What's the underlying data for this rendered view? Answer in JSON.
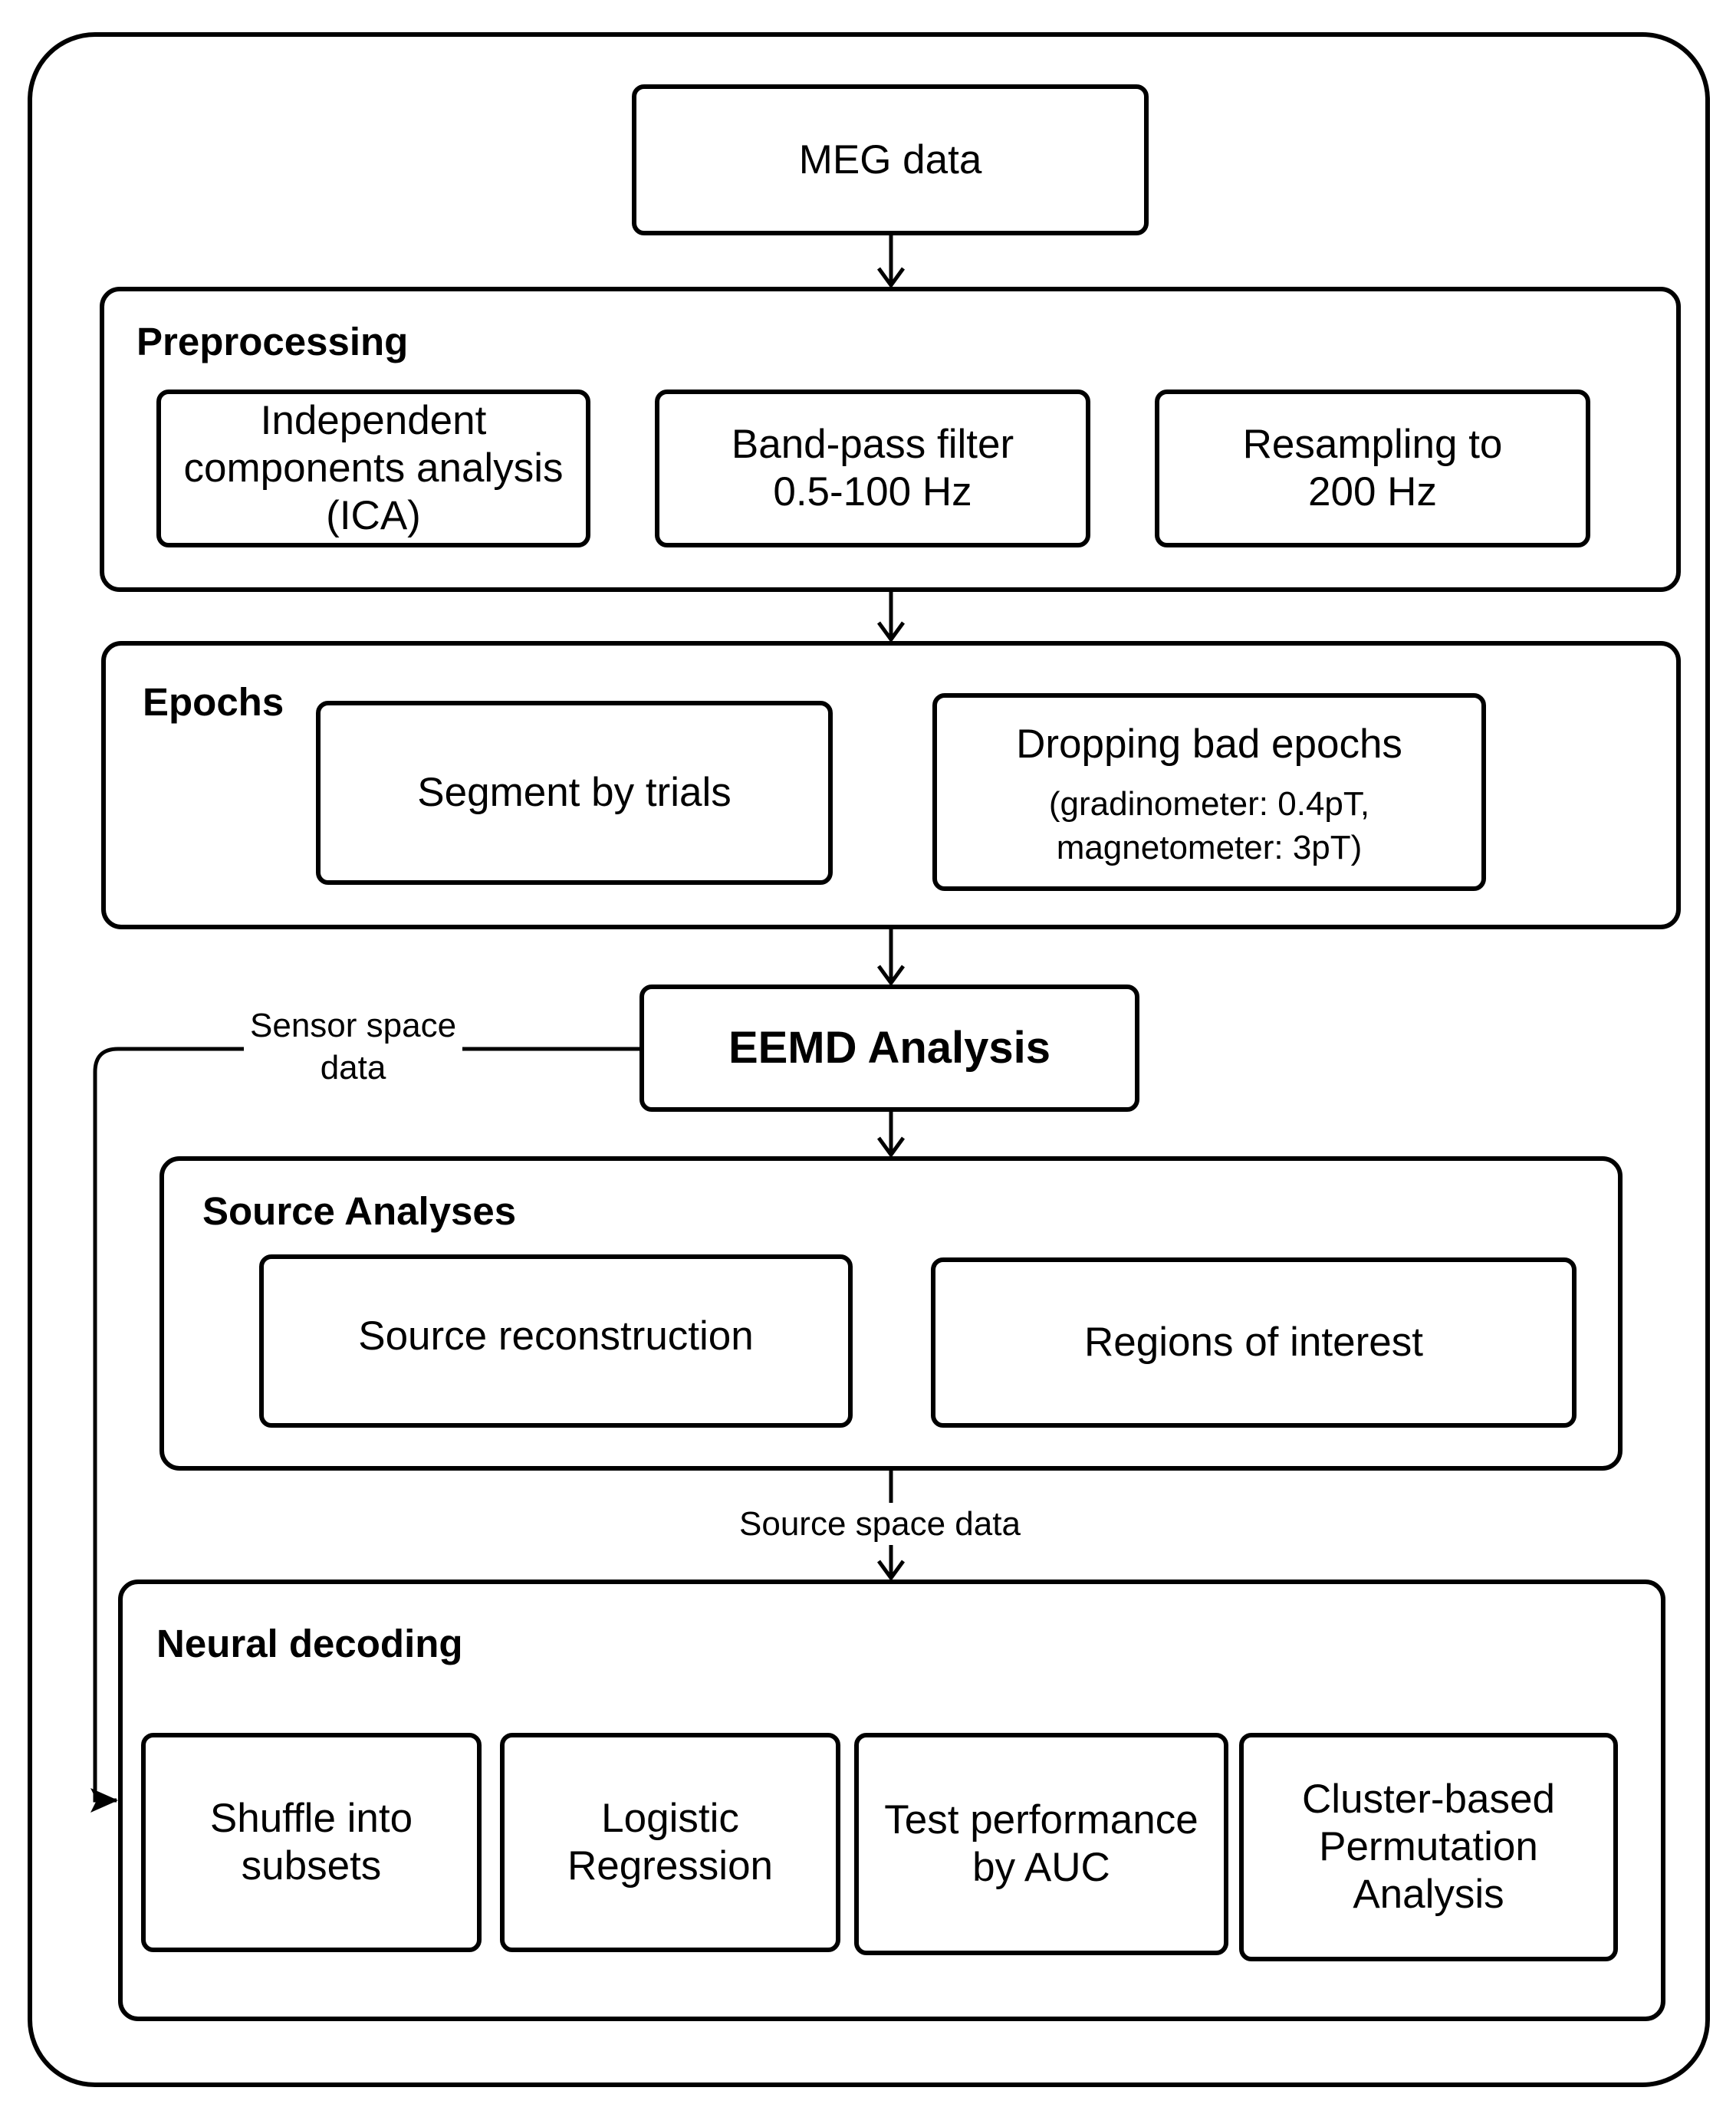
{
  "nodes": {
    "meg_data": "MEG data",
    "eemd": "EEMD Analysis"
  },
  "preprocessing": {
    "title": "Preprocessing",
    "ica": [
      "Independent",
      "components analysis",
      "(ICA)"
    ],
    "bandpass": [
      "Band-pass filter",
      "0.5-100 Hz"
    ],
    "resampling": [
      "Resampling to",
      "200 Hz"
    ]
  },
  "epochs": {
    "title": "Epochs",
    "segment": "Segment by trials",
    "dropping_title": "Dropping bad epochs",
    "dropping_detail": [
      "(gradinometer: 0.4pT,",
      "magnetometer: 3pT)"
    ]
  },
  "source": {
    "title": "Source Analyses",
    "reconstruction": "Source reconstruction",
    "roi": "Regions of interest"
  },
  "decoding": {
    "title": "Neural decoding",
    "shuffle": [
      "Shuffle into",
      "subsets"
    ],
    "logistic": [
      "Logistic",
      "Regression"
    ],
    "test": [
      "Test performance",
      "by AUC"
    ],
    "cluster": [
      "Cluster-based",
      "Permutation",
      "Analysis"
    ]
  },
  "edges": {
    "sensor_label": [
      "Sensor space",
      "data"
    ],
    "source_label": "Source space data"
  }
}
